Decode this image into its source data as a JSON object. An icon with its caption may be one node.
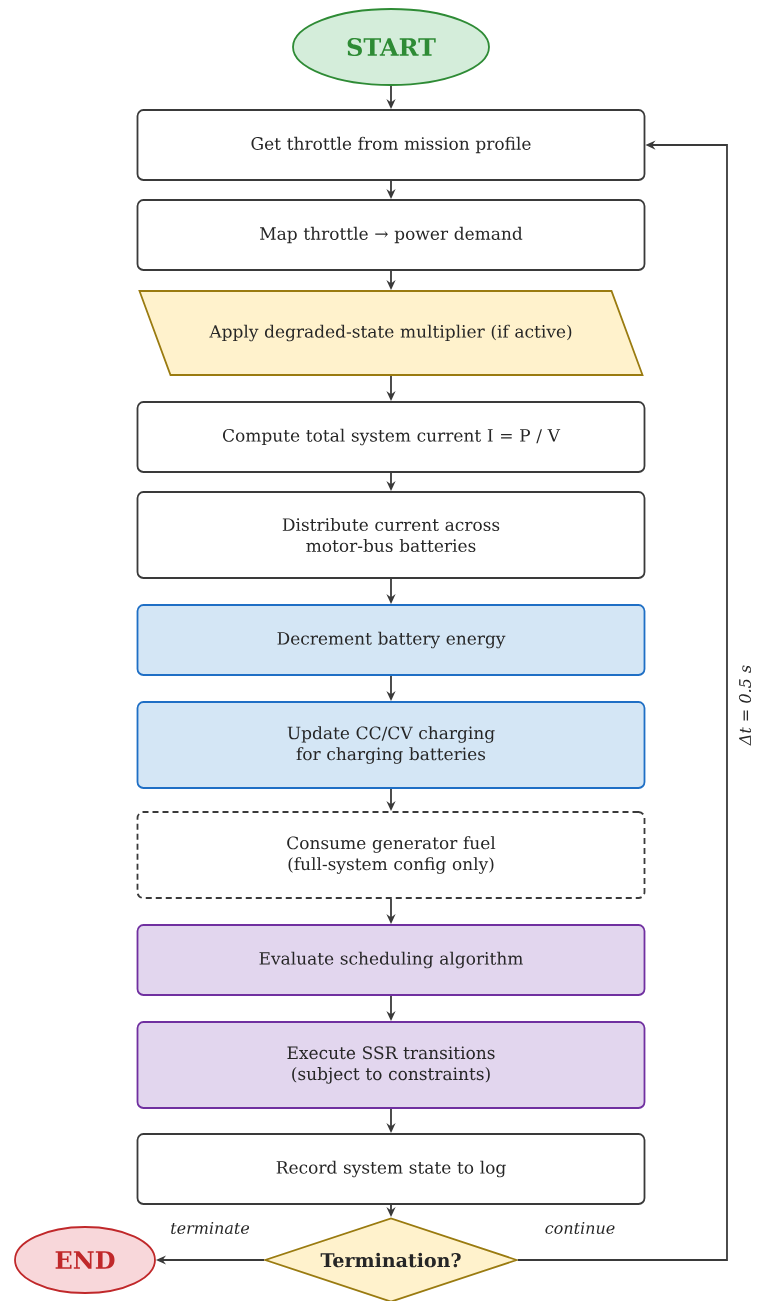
{
  "diagram": {
    "nodes": [
      {
        "text": [
          "START"
        ]
      },
      {
        "text": [
          "Get throttle from mission profile"
        ]
      },
      {
        "text": [
          "Map throttle → power demand"
        ]
      },
      {
        "text": [
          "Apply degraded-state multiplier (if active)"
        ]
      },
      {
        "text": [
          "Compute total system current I = P / V"
        ]
      },
      {
        "text": [
          "Distribute current across motor-bus batteries"
        ]
      },
      {
        "text": [
          "Decrement battery energy"
        ]
      },
      {
        "text": [
          "Update CC/CV charging for charging batteries"
        ]
      },
      {
        "text": [
          "Consume generator fuel (full-system config only)"
        ]
      },
      {
        "text": [
          "Evaluate scheduling algorithm"
        ]
      },
      {
        "text": [
          "Execute SSR transitions (subject to constraints)"
        ]
      },
      {
        "text": [
          "Record system state to log"
        ]
      },
      {
        "text": [
          "Termination?"
        ]
      },
      {
        "text": [
          "END"
        ]
      }
    ],
    "edges": [
      {
        "from": 0,
        "to": 1,
        "arrow": "to"
      },
      {
        "from": 1,
        "to": 2,
        "arrow": "to"
      },
      {
        "from": 2,
        "to": 3,
        "arrow": "to"
      },
      {
        "from": 3,
        "to": 4,
        "arrow": "to"
      },
      {
        "from": 4,
        "to": 5,
        "arrow": "to"
      },
      {
        "from": 5,
        "to": 6,
        "arrow": "to"
      },
      {
        "from": 6,
        "to": 7,
        "arrow": "to"
      },
      {
        "from": 7,
        "to": 8,
        "arrow": "to"
      },
      {
        "from": 8,
        "to": 9,
        "arrow": "to"
      },
      {
        "from": 9,
        "to": 10,
        "arrow": "to"
      },
      {
        "from": 10,
        "to": 11,
        "arrow": "to"
      },
      {
        "from": 11,
        "to": 12,
        "arrow": "to"
      },
      {
        "from": 12,
        "to": 13,
        "arrow": "to",
        "label": "terminate"
      },
      {
        "from": 12,
        "to": 1,
        "arrow": "to",
        "label": "continue"
      }
    ],
    "labels": [
      "Δt = 0.5 s"
    ]
  }
}
